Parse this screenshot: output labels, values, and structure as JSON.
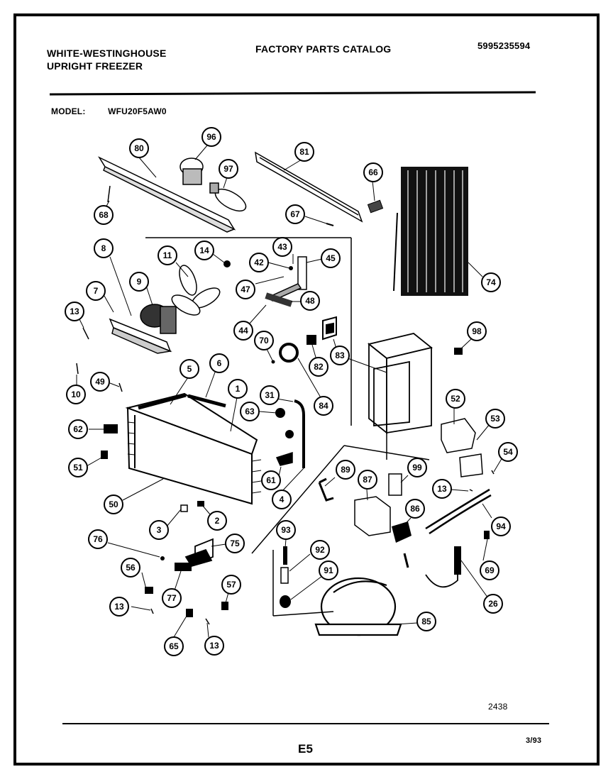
{
  "header": {
    "brand_line1": "WHITE-WESTINGHOUSE",
    "brand_line2": "UPRIGHT FREEZER",
    "catalog_title": "FACTORY PARTS CATALOG",
    "part_number": "5995235594"
  },
  "model": {
    "label": "MODEL:",
    "value": "WFU20F5AW0"
  },
  "footer": {
    "figure_number": "2438",
    "page": "E5",
    "date": "3/93"
  },
  "callouts": [
    "80",
    "96",
    "97",
    "68",
    "81",
    "66",
    "67",
    "74",
    "8",
    "11",
    "14",
    "43",
    "42",
    "45",
    "47",
    "48",
    "9",
    "7",
    "13",
    "44",
    "70",
    "82",
    "83",
    "98",
    "10",
    "49",
    "5",
    "6",
    "1",
    "31",
    "63",
    "84",
    "52",
    "53",
    "54",
    "62",
    "51",
    "61",
    "4",
    "50",
    "89",
    "87",
    "99",
    "13",
    "3",
    "2",
    "76",
    "75",
    "86",
    "94",
    "93",
    "92",
    "91",
    "56",
    "77",
    "57",
    "69",
    "85",
    "26",
    "13",
    "13",
    "65"
  ]
}
